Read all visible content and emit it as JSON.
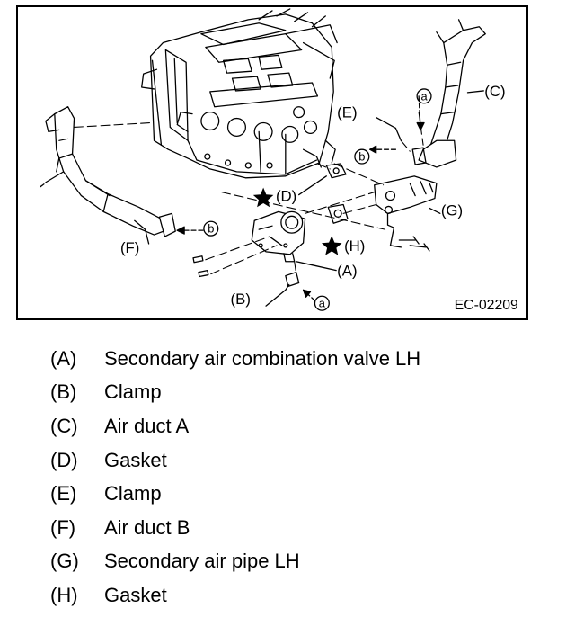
{
  "figure": {
    "code": "EC-02209",
    "callouts": {
      "A": "(A)",
      "B": "(B)",
      "C": "(C)",
      "D": "(D)",
      "E": "(E)",
      "F": "(F)",
      "G": "(G)",
      "H": "(H)"
    },
    "markers": {
      "a": "a",
      "b": "b"
    }
  },
  "legend": [
    {
      "key": "(A)",
      "desc": "Secondary air combination valve LH"
    },
    {
      "key": "(B)",
      "desc": "Clamp"
    },
    {
      "key": "(C)",
      "desc": "Air duct A"
    },
    {
      "key": "(D)",
      "desc": "Gasket"
    },
    {
      "key": "(E)",
      "desc": "Clamp"
    },
    {
      "key": "(F)",
      "desc": "Air duct B"
    },
    {
      "key": "(G)",
      "desc": "Secondary air pipe LH"
    },
    {
      "key": "(H)",
      "desc": "Gasket"
    }
  ]
}
